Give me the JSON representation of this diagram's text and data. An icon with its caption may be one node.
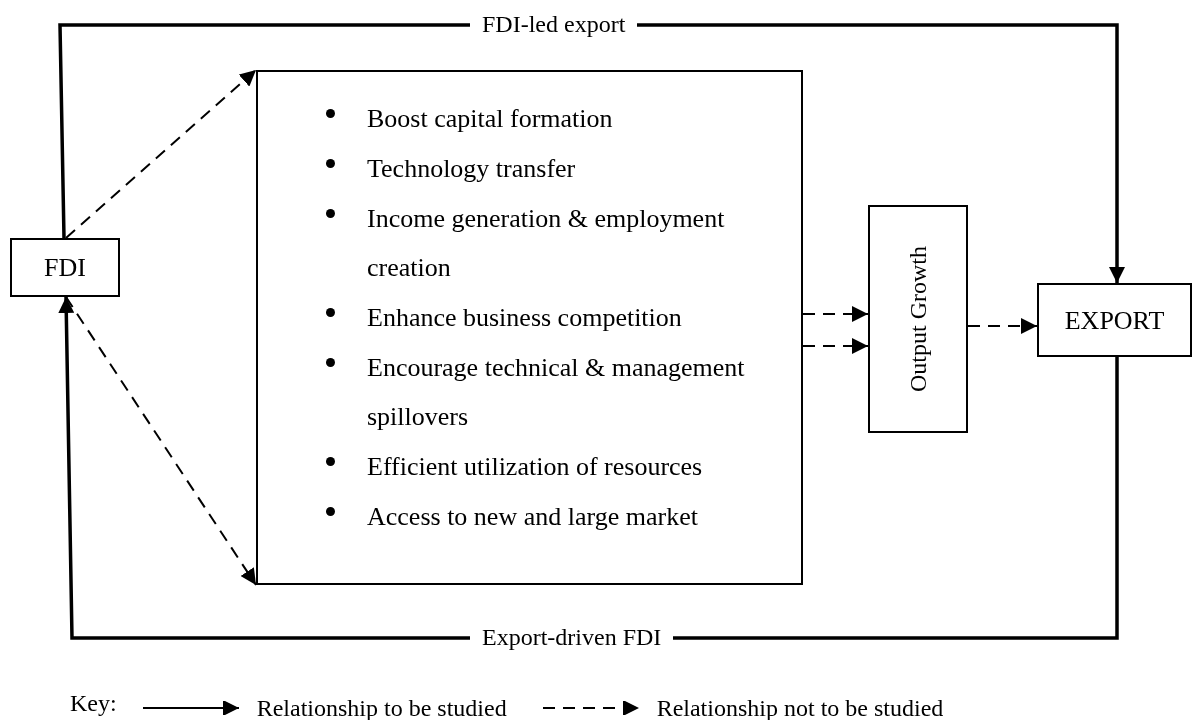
{
  "diagram": {
    "nodes": [
      {
        "text": [
          "FDI"
        ]
      },
      {
        "text": [
          "Boost capital formation",
          "Technology transfer",
          "Income generation & employment creation",
          "Enhance business competition",
          "Encourage technical & management spillovers",
          "Efficient utilization of resources",
          "Access to new and large market"
        ]
      },
      {
        "text": [
          "Output Growth"
        ]
      },
      {
        "text": [
          "EXPORT"
        ]
      }
    ],
    "edges": [
      {
        "from": 0,
        "to": 3,
        "arrow": "to",
        "label": "FDI-led export"
      },
      {
        "from": 0,
        "to": 1,
        "arrow": "to",
        "style": "dashed"
      },
      {
        "from": 0,
        "to": 1,
        "arrow": "to",
        "style": "dashed"
      },
      {
        "from": 1,
        "to": 2,
        "arrow": "to",
        "style": "dashed"
      },
      {
        "from": 1,
        "to": 2,
        "arrow": "to",
        "style": "dashed"
      },
      {
        "from": 2,
        "to": 3,
        "arrow": "to",
        "style": "dashed"
      },
      {
        "from": 3,
        "to": 0,
        "arrow": "to",
        "label": "Export-driven FDI"
      }
    ],
    "labels": [
      "Key:"
    ],
    "legend": [
      {
        "text": "Relationship to be studied"
      },
      {
        "text": "Relationship not to be studied"
      }
    ]
  }
}
